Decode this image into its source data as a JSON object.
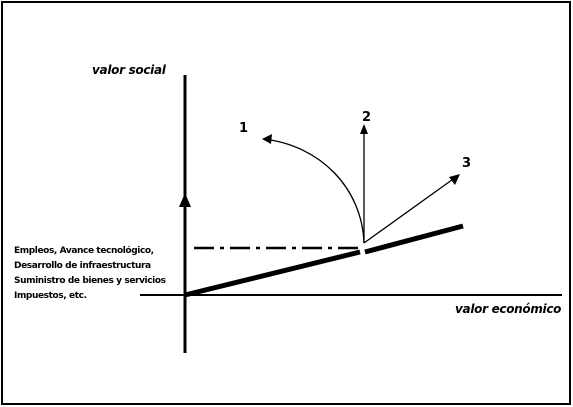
{
  "diagram": {
    "y_axis_label": "valor social",
    "x_axis_label": "valor económico",
    "path_labels": [
      "1",
      "2",
      "3"
    ],
    "side_labels": [
      "Empleos, Avance tecnológico,",
      "Desarrollo de infraestructura",
      "Suministro de bienes y servicios",
      "Impuestos, etc."
    ]
  }
}
